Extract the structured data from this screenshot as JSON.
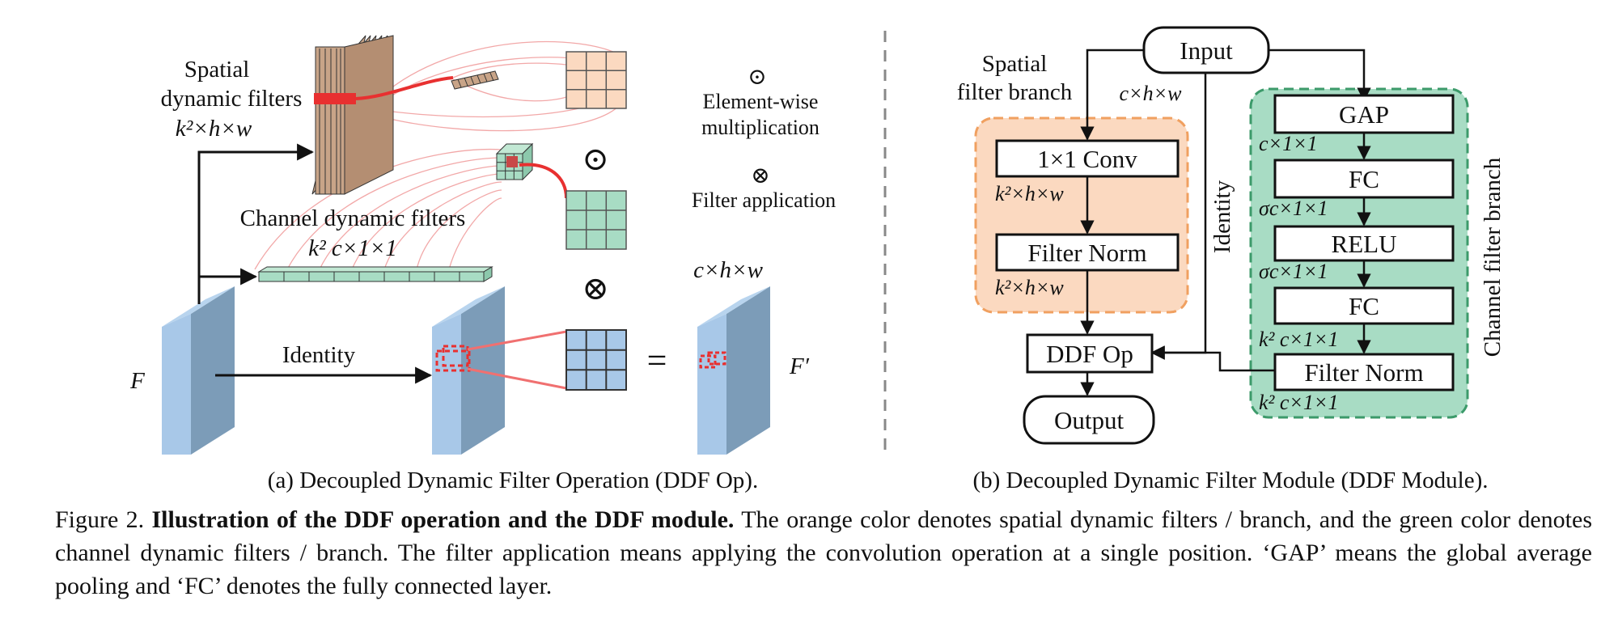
{
  "part_a": {
    "spatial_filters_label_1": "Spatial",
    "spatial_filters_label_2": "dynamic filters",
    "spatial_filters_dims": "k²×h×w",
    "channel_filters_label": "Channel dynamic filters",
    "channel_filters_dims": "k² c×1×1",
    "input_label": "F",
    "output_label": "F′",
    "output_dims": "c×h×w",
    "identity_label": "Identity",
    "elementwise_symbol": "⊙",
    "elementwise_label_1": "Element-wise",
    "elementwise_label_2": "multiplication",
    "filter_app_symbol": "⊗",
    "filter_app_label": "Filter application",
    "equals": "=",
    "subcaption": "(a)  Decoupled Dynamic Filter Operation (DDF Op)."
  },
  "part_b": {
    "input": "Input",
    "input_dims": "c×h×w",
    "spatial_branch_1": "Spatial",
    "spatial_branch_2": "filter branch",
    "conv": "1×1 Conv",
    "conv_dims": "k²×h×w",
    "filter_norm_spatial": "Filter Norm",
    "filter_norm_spatial_dims": "k²×h×w",
    "ddf_op": "DDF Op",
    "output": "Output",
    "identity": "Identity",
    "gap": "GAP",
    "gap_dims": "c×1×1",
    "fc1": "FC",
    "fc1_dims": "σc×1×1",
    "relu": "RELU",
    "relu_dims": "σc×1×1",
    "fc2": "FC",
    "fc2_dims": "k² c×1×1",
    "filter_norm_channel": "Filter Norm",
    "filter_norm_channel_dims": "k² c×1×1",
    "channel_branch": "Channel filter branch",
    "subcaption": "(b)  Decoupled Dynamic Filter Module (DDF Module)."
  },
  "caption": {
    "prefix": "Figure 2. ",
    "bold": "Illustration of the DDF operation and the DDF module.",
    "text": " The orange color denotes spatial dynamic filters / branch, and the green color denotes channel dynamic filters / branch. The filter application means applying the convolution operation at a single position. ‘GAP’ means the global average pooling and ‘FC’ denotes the fully connected layer."
  },
  "colors": {
    "orange_fill": "#fbd9c0",
    "orange_border": "#f0a060",
    "green_fill": "#a8dcc4",
    "green_border": "#3c9a6a",
    "blue_front": "#a8c8e8",
    "blue_side": "#7c9cb8",
    "brown": "#c8a488",
    "red": "#e83030"
  }
}
